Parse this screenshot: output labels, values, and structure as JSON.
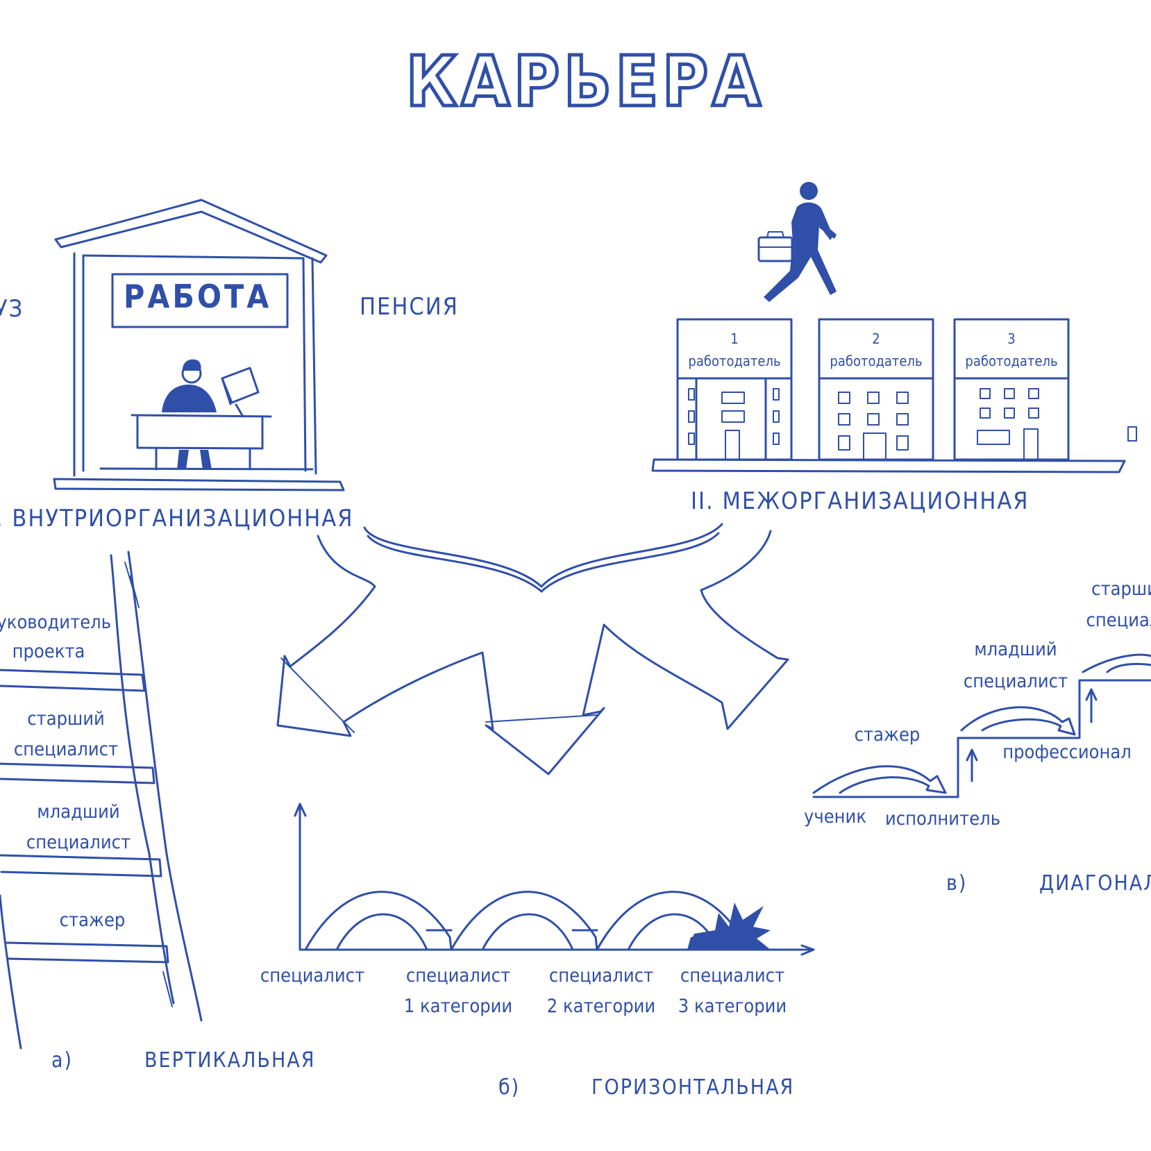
{
  "title": "КАРЬЕРА",
  "top": {
    "left_cut": "УЗ",
    "work_sign": "РАБОТА",
    "pension": "ПЕНСИЯ",
    "intra_label": ".   ВНУТРИОРГАНИЗАЦИОННАЯ",
    "inter_label": "II.  МЕЖОРГАНИЗАЦИОННАЯ",
    "employers": [
      {
        "num": "1",
        "word": "работодатель"
      },
      {
        "num": "2",
        "word": "работодатель"
      },
      {
        "num": "3",
        "word": "работодатель"
      }
    ]
  },
  "vertical": {
    "rungs": [
      {
        "line1": "руководитель",
        "line2": "проекта"
      },
      {
        "line1": "старший",
        "line2": "специалист"
      },
      {
        "line1": "младший",
        "line2": "специалист"
      },
      {
        "line1": "стажер",
        "line2": ""
      }
    ],
    "letter": "а)",
    "name": "ВЕРТИКАЛЬНАЯ"
  },
  "horizontal": {
    "labels": [
      {
        "line1": "специалист",
        "line2": ""
      },
      {
        "line1": "специалист",
        "line2": "1  категории"
      },
      {
        "line1": "специалист",
        "line2": "2  категории"
      },
      {
        "line1": "специалист",
        "line2": "3  категории"
      }
    ],
    "letter": "б)",
    "name": "ГОРИЗОНТАЛЬНАЯ"
  },
  "diagonal": {
    "steps": [
      "ученик",
      "исполнитель",
      "стажер",
      "младший специалист",
      "профессионал",
      "старший специалист"
    ],
    "staj": "стажер",
    "mladshiy_1": "младший",
    "mladshiy_2": "специалист",
    "prof": "профессионал",
    "starshiy_1": "старши",
    "starshiy_2": "специал",
    "uchenik": "ученик",
    "ispolnitel": "исполнитель",
    "letter": "в)",
    "name": "ДИАГОНАЛЬНА"
  },
  "colors": {
    "ink": "#2f4fa8",
    "background": "#ffffff"
  }
}
